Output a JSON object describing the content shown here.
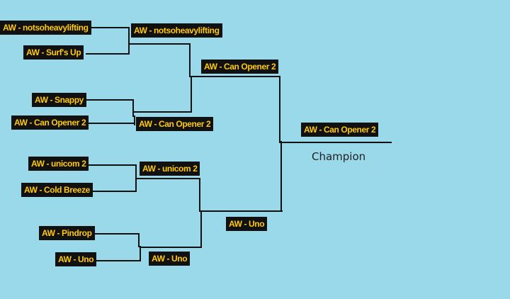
{
  "bracket": {
    "round1": [
      "AW - notsoheavylifting",
      "AW - Surf's Up",
      "AW - Snappy",
      "AW - Can Opener 2",
      "AW - unicom 2",
      "AW - Cold Breeze",
      "AW - Pindrop",
      "AW - Uno"
    ],
    "round2": [
      "AW - notsoheavylifting",
      "AW - Can Opener 2",
      "AW - unicom 2",
      "AW - Uno"
    ],
    "semifinal": [
      "AW - Can Opener 2",
      "AW - Uno"
    ],
    "champion": "AW - Can Opener 2",
    "champion_caption": "Champion"
  },
  "colors": {
    "background": "#99d9ea",
    "label_bg": "#111111",
    "label_text": "#ffc90e",
    "line": "#111111"
  }
}
